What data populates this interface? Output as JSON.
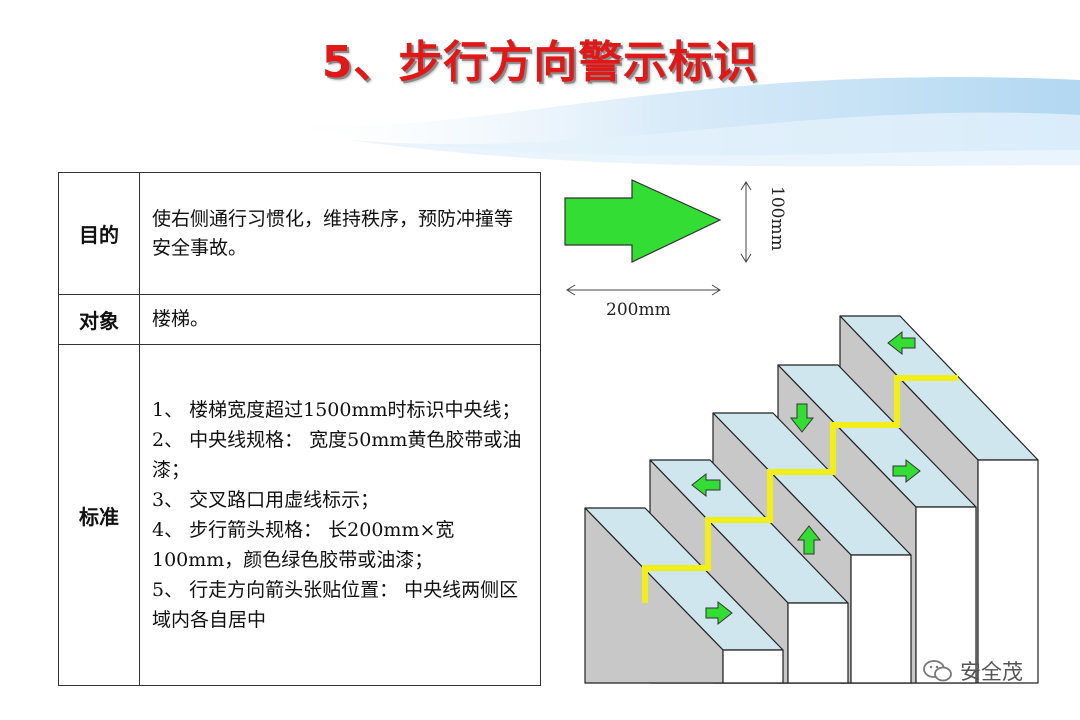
{
  "title": "5、步行方向警示标识",
  "table": {
    "rows": [
      {
        "label": "目的",
        "text": "使右侧通行习惯化，维持秩序，预防冲撞等安全事故。"
      },
      {
        "label": "对象",
        "text": "楼梯。"
      },
      {
        "label": "标准",
        "items": [
          "1、 楼梯宽度超过1500mm时标识中央线；",
          "2、 中央线规格： 宽度50mm黄色胶带或油漆；",
          "3、 交叉路口用虚线标示；",
          "4、 步行箭头规格： 长200mm×宽100mm，颜色绿色胶带或油漆；",
          "5、 行走方向箭头张贴位置： 中央线两侧区域内各自居中"
        ]
      }
    ]
  },
  "diagram": {
    "arrow_width_label": "200mm",
    "arrow_height_label": "100mm",
    "arrow_color": "#33dd33",
    "center_line_color": "#f2ee1a"
  },
  "watermark": "安全茂",
  "colors": {
    "title": "#e01818",
    "border": "#333333"
  }
}
